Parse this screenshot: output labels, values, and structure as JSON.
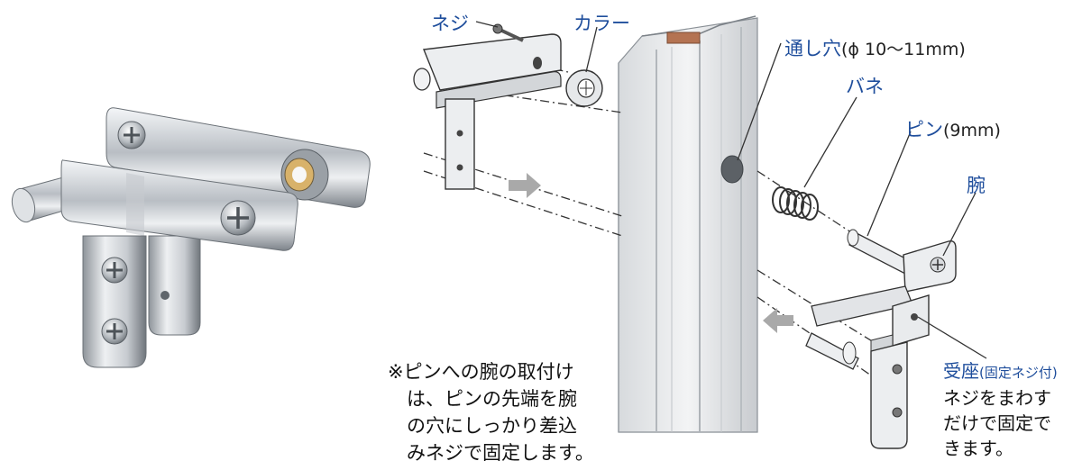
{
  "labels": {
    "screw": "ネジ",
    "collar": "カラー",
    "through_hole": "通し穴",
    "through_hole_spec": "(ϕ 10〜11mm)",
    "spring": "バネ",
    "pin": "ピン",
    "pin_spec": "(9mm)",
    "arm": "腕"
  },
  "note": {
    "lines": [
      "※ピンへの腕の取付け",
      "　は、ピンの先端を腕",
      "　の穴にしっかり差込",
      "　みネジで固定します。"
    ]
  },
  "receiver": {
    "title": "受座",
    "title_spec": "(固定ネジ付)",
    "lines": [
      "ネジをまわす",
      "だけで固定で",
      "きます。"
    ]
  },
  "colors": {
    "label_blue": "#1f4e9c",
    "arrow_gray": "#a9a9a9",
    "metal_light": "#eef0f2",
    "metal_dark": "#8a9096"
  }
}
